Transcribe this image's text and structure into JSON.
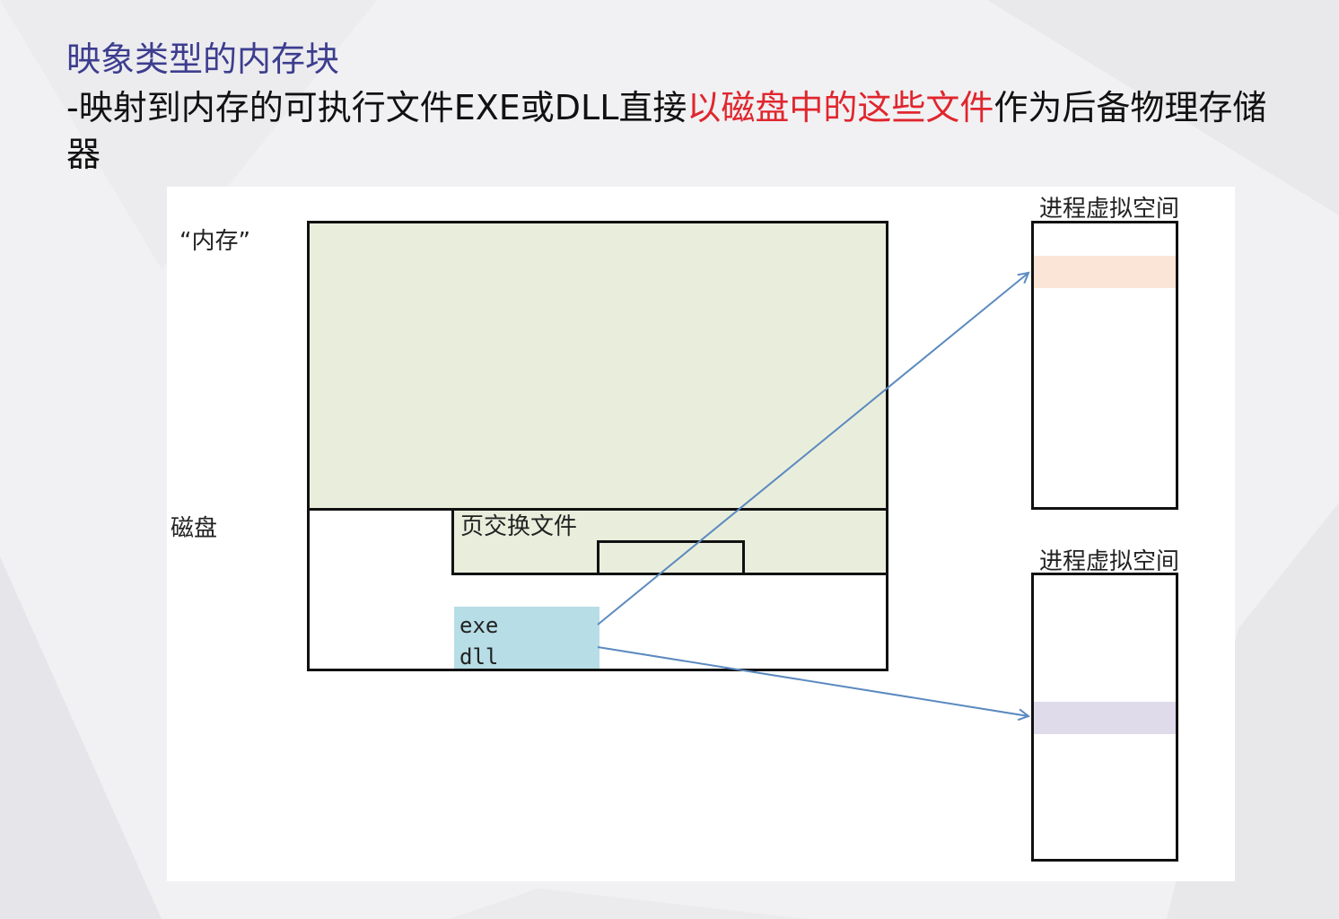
{
  "slide": {
    "title": "映象类型的内存块",
    "subtitle_part1": "-映射到内存的可执行文件EXE或DLL直接",
    "subtitle_highlight": "以磁盘中的这些文件",
    "subtitle_part2": "作为后备物理存储器"
  },
  "diagram": {
    "memory_label": "“内存”",
    "disk_label": "磁盘",
    "pagefile_label": "页交换文件",
    "file_exe": "exe",
    "file_dll": "dll",
    "process1_label": "进程虚拟空间",
    "process2_label": "进程虚拟空间"
  },
  "colors": {
    "title": "#3d3d8f",
    "highlight": "#e0262e",
    "memory_fill": "#e9eedc",
    "file_fill": "#b7dde6",
    "region1_fill": "#fbe5d6",
    "region2_fill": "#dfdbeb",
    "arrow": "#5b8ac0"
  }
}
